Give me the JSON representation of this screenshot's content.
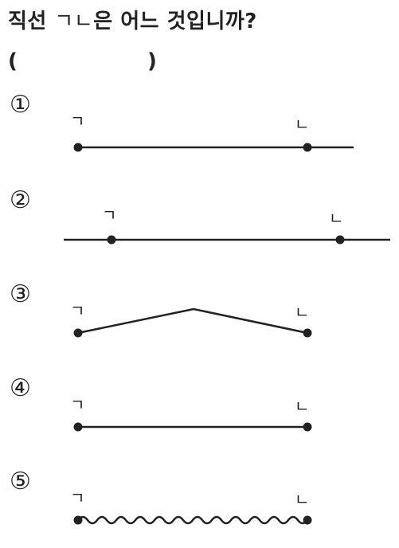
{
  "question": {
    "text_before": "직선",
    "points": "ㄱㄴ",
    "text_after": "은 어느 것입니까?"
  },
  "answer": {
    "open": "(",
    "close": ")"
  },
  "options": [
    {
      "number": "①",
      "point_a": "ㄱ",
      "point_b": "ㄴ"
    },
    {
      "number": "②",
      "point_a": "ㄱ",
      "point_b": "ㄴ"
    },
    {
      "number": "③",
      "point_a": "ㄱ",
      "point_b": "ㄴ"
    },
    {
      "number": "④",
      "point_a": "ㄱ",
      "point_b": "ㄴ"
    },
    {
      "number": "⑤",
      "point_a": "ㄱ",
      "point_b": "ㄴ"
    }
  ],
  "colors": {
    "ink": "#222222"
  }
}
